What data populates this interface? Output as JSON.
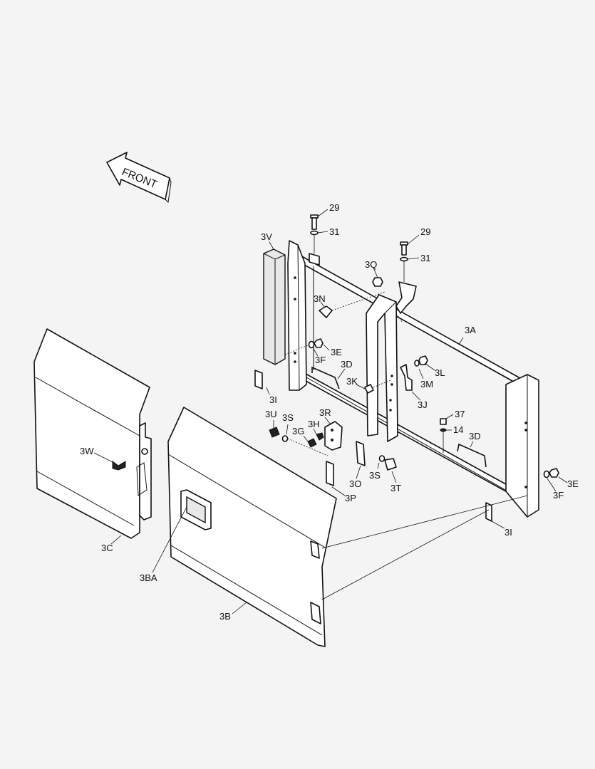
{
  "front_arrow": {
    "text": "FRONT"
  },
  "labels": {
    "l29a": "29",
    "l31a": "31",
    "l29b": "29",
    "l31b": "31",
    "l3V": "3V",
    "l3Q": "3Q",
    "l3N": "3N",
    "l3A": "3A",
    "l3F": "3F",
    "l3E": "3E",
    "l3D": "3D",
    "l3L": "3L",
    "l3K": "3K",
    "l3M": "3M",
    "l3I": "3I",
    "l3J": "3J",
    "l3U": "3U",
    "l3S": "3S",
    "l3R": "3R",
    "l37": "37",
    "l3H": "3H",
    "l3G": "3G",
    "l14": "14",
    "l3D2": "3D",
    "l3W": "3W",
    "l3S2": "3S",
    "l3E2": "3E",
    "l3O": "3O",
    "l3T": "3T",
    "l3P": "3P",
    "l3F2": "3F",
    "l3I2": "3I",
    "l3C": "3C",
    "l3BA": "3BA",
    "l3B": "3B"
  }
}
